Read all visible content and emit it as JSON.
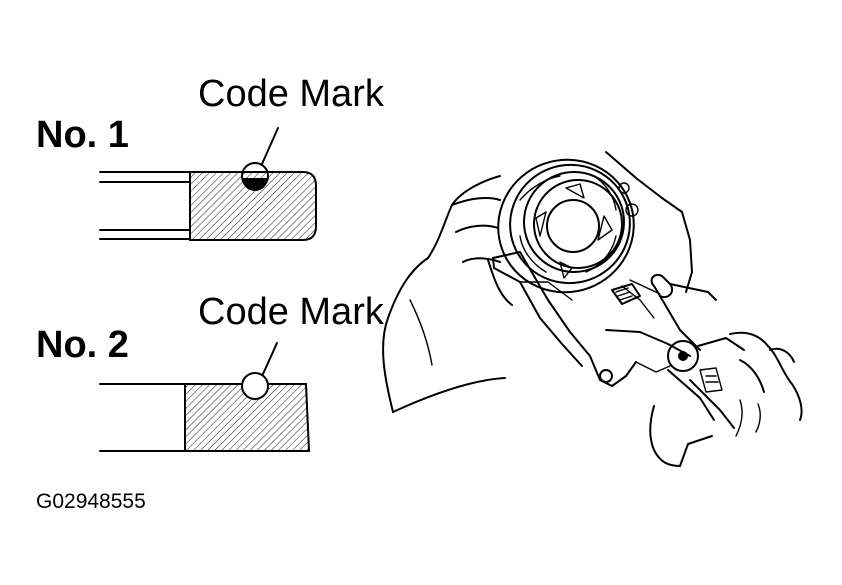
{
  "diagram": {
    "figure_id": "G02948555",
    "items": [
      {
        "label": "No. 1",
        "code_mark_label": "Code Mark"
      },
      {
        "label": "No. 2",
        "code_mark_label": "Code Mark"
      }
    ]
  }
}
